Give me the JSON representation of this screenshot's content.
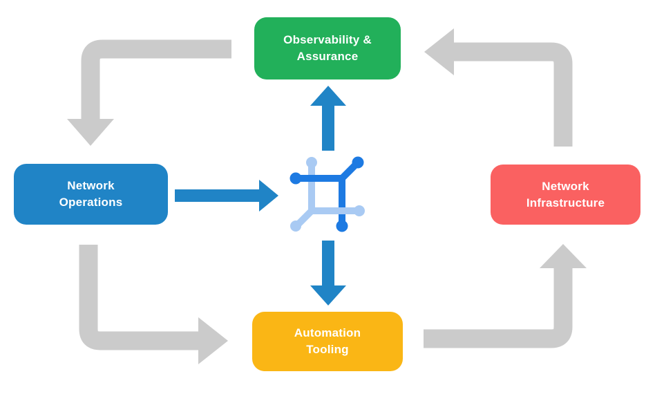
{
  "diagram": {
    "type": "cycle-flow",
    "nodes": {
      "observability": {
        "label": "Observability & Assurance",
        "lines": [
          "Observability &",
          "Assurance"
        ],
        "color": "#22B05A"
      },
      "operations": {
        "label": "Network Operations",
        "lines": [
          "Network",
          "Operations"
        ],
        "color": "#2084C6"
      },
      "infrastructure": {
        "label": "Network Infrastructure",
        "lines": [
          "Network",
          "Infrastructure"
        ],
        "color": "#FA6161"
      },
      "automation": {
        "label": "Automation Tooling",
        "lines": [
          "Automation",
          "Tooling"
        ],
        "color": "#FAB615"
      }
    },
    "center_icon": {
      "name": "network-mesh-icon"
    },
    "colors": {
      "arrow_gray": "#CBCBCB",
      "flow_blue": "#2084C6",
      "icon_dark_blue": "#1D7AE2",
      "icon_light_blue": "#A9CAF3",
      "text": "#FFFFFF",
      "background": "#FFFFFF"
    },
    "connections": [
      {
        "from": "observability",
        "to": "operations",
        "style": "gray-corner-arrow"
      },
      {
        "from": "operations",
        "to": "automation",
        "style": "gray-corner-arrow"
      },
      {
        "from": "automation",
        "to": "infrastructure",
        "style": "gray-corner-arrow"
      },
      {
        "from": "infrastructure",
        "to": "observability",
        "style": "gray-corner-arrow"
      },
      {
        "from": "operations",
        "to": "center_icon",
        "style": "blue-straight-arrow"
      },
      {
        "from": "center_icon",
        "to": "observability",
        "style": "blue-straight-arrow"
      },
      {
        "from": "center_icon",
        "to": "automation",
        "style": "blue-straight-arrow"
      }
    ]
  }
}
